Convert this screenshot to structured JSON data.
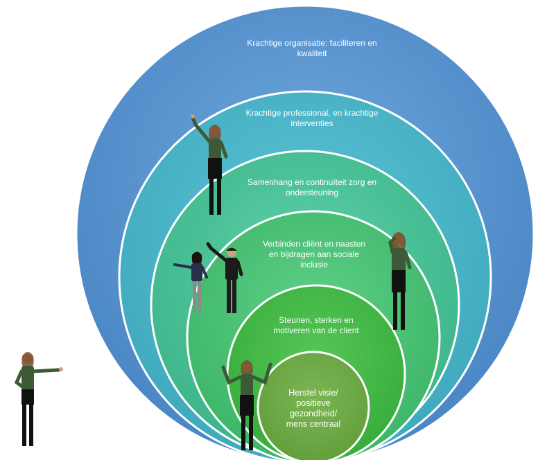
{
  "diagram": {
    "rings": [
      {
        "id": "organisatie",
        "label": "Krachtige organisatie: faciliteren en\nkwaliteit",
        "color": "#5b9bd5"
      },
      {
        "id": "professional",
        "label": "Krachtige professional, en krachtige\ninterventies",
        "color": "#4ab3c9"
      },
      {
        "id": "samenhang",
        "label": "Samenhang en continuïteit zorg en\nondersteuning",
        "color": "#4cc39a"
      },
      {
        "id": "verbinden",
        "label": "Verbinden cliënt en naasten\nen bijdragen aan sociale\ninclusie",
        "color": "#49c27a"
      },
      {
        "id": "steunen",
        "label": "Steunen, sterken en\nmotiveren van de client",
        "color": "#45b84a"
      },
      {
        "id": "herstel",
        "label": "Herstel visie/\npositieve\ngezondheid/\nmens centraal",
        "color": "#70ad47"
      }
    ],
    "ring_border_color": "#ffffff",
    "people": [
      {
        "id": "woman-left",
        "kind": "woman",
        "pose": "presenting"
      },
      {
        "id": "woman-professional",
        "kind": "woman",
        "pose": "arm-raised"
      },
      {
        "id": "woman-small",
        "kind": "woman-dark",
        "pose": "presenting"
      },
      {
        "id": "man",
        "kind": "man",
        "pose": "presenting"
      },
      {
        "id": "woman-phone",
        "kind": "woman",
        "pose": "phone"
      },
      {
        "id": "woman-shrug",
        "kind": "woman",
        "pose": "shrug"
      }
    ]
  }
}
